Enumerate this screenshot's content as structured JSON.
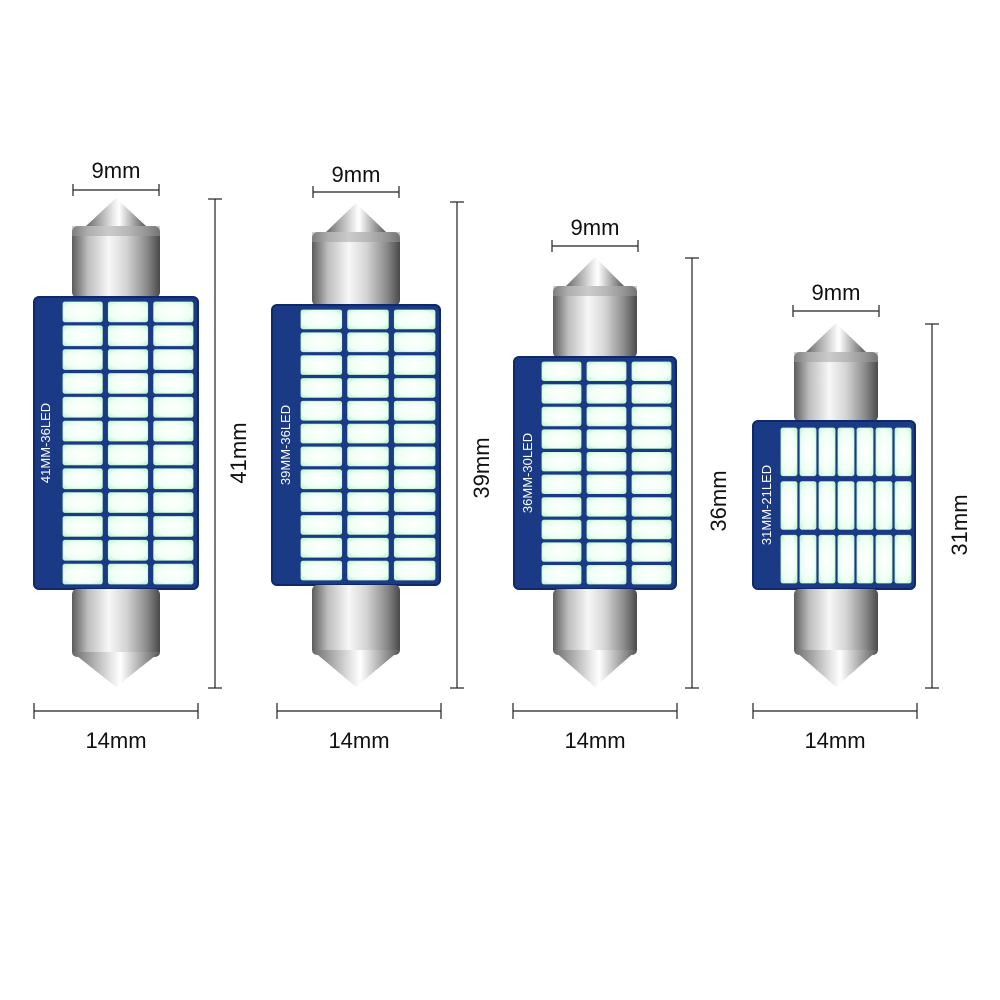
{
  "bulbs": [
    {
      "id": "41mm",
      "top_width_label": "9mm",
      "bottom_width_label": "14mm",
      "length_label": "41mm",
      "pcb_label": "41MM-36LED",
      "led_columns": 3,
      "led_rows": 12
    },
    {
      "id": "39mm",
      "top_width_label": "9mm",
      "bottom_width_label": "14mm",
      "length_label": "39mm",
      "pcb_label": "39MM-36LED",
      "led_columns": 3,
      "led_rows": 12
    },
    {
      "id": "36mm",
      "top_width_label": "9mm",
      "bottom_width_label": "14mm",
      "length_label": "36mm",
      "pcb_label": "36MM-30LED",
      "led_columns": 3,
      "led_rows": 10
    },
    {
      "id": "31mm",
      "top_width_label": "9mm",
      "bottom_width_label": "14mm",
      "length_label": "31mm",
      "pcb_label": "31MM-21LED",
      "led_columns": 7,
      "led_rows": 3
    }
  ],
  "colors": {
    "pcb": "#1b3a86",
    "pcb_edge": "#0f2868",
    "led": "#f3fff6",
    "led_glow": "#c9f7d9",
    "metal_light": "#f2f2f2",
    "metal_dark": "#6e6e6e",
    "dimension_line": "#222222"
  }
}
